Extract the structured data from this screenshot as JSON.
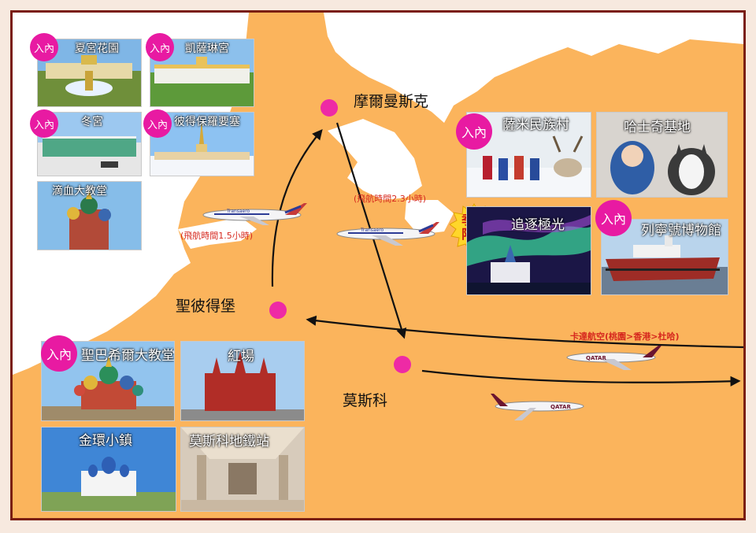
{
  "map": {
    "colors": {
      "land": "#fbb45c",
      "water": "#ffffff",
      "route": "#111111",
      "dot": "#ee2aa5",
      "badge": "#e81aa2",
      "border": "#7a1e12",
      "note": "#d6281e"
    }
  },
  "cities": {
    "murmansk": "摩爾曼斯克",
    "st_petersburg": "聖彼得堡",
    "moscow": "莫斯科"
  },
  "flight_notes": {
    "spb_to_murmansk": "(飛航時間1.5小時)",
    "murmansk_to_moscow": "(飛航時間2.3小時)",
    "qatar_route": "卡達航空(桃園>香港>杜哈)"
  },
  "badge_label": "入內",
  "seasonal_badge": {
    "line1": "季節",
    "line2": "限定"
  },
  "attractions": {
    "summer_palace_garden": "夏宮花園",
    "catherine_palace": "凱薩琳宮",
    "winter_palace": "冬宮",
    "peter_paul_fortress": "彼得保羅要塞",
    "spilled_blood_church": "滴血大教堂",
    "sami_village": "薩米民族村",
    "husky_base": "哈士奇基地",
    "aurora": "追逐極光",
    "lenin_museum": "列寧號博物館",
    "st_basil": "聖巴希爾大教堂",
    "red_square": "紅場",
    "golden_ring": "金環小鎮",
    "metro": "莫斯科地鐵站"
  },
  "planes": {
    "plane_1": "Transaero",
    "plane_2": "Transaero",
    "plane_3": "QATAR",
    "plane_4": "QATAR"
  }
}
